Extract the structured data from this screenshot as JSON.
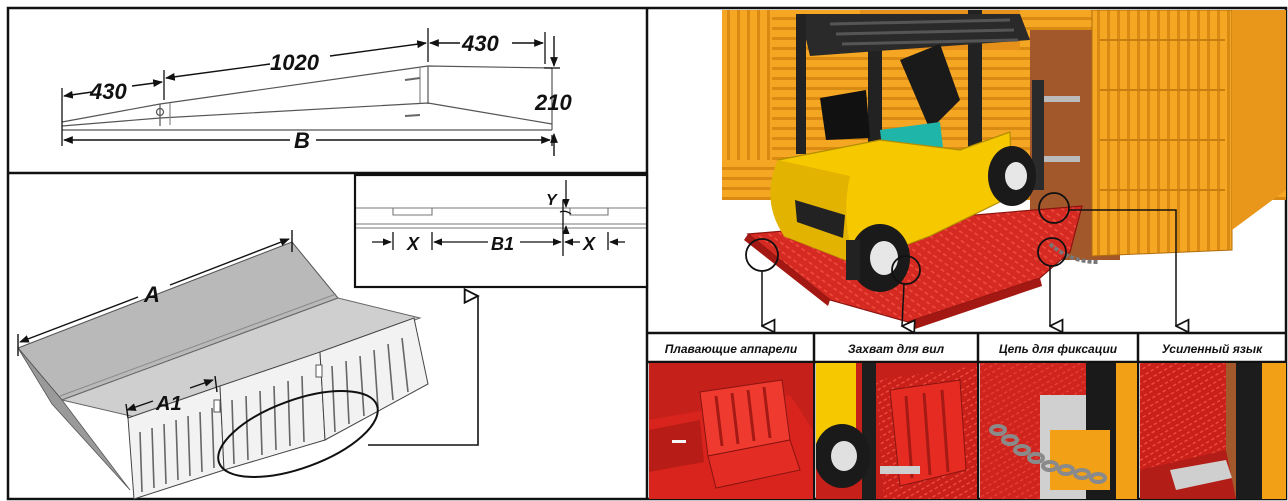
{
  "dimensions": {
    "side_left": "430",
    "side_middle": "1020",
    "side_right": "430",
    "side_height": "210",
    "side_total": "B",
    "iso_length": "A",
    "iso_segment": "A1",
    "detail_gap_left": "X",
    "detail_middle": "B1",
    "detail_gap_right": "X",
    "detail_offset": "Y"
  },
  "features": [
    {
      "label": "Плавающие аппарели"
    },
    {
      "label": "Захват для вил"
    },
    {
      "label": "Цепь для фиксации"
    },
    {
      "label": "Усиленный язык"
    }
  ],
  "colors": {
    "ramp_red": "#e3262a",
    "container_orange": "#f5a623",
    "forklift_yellow": "#f6c800",
    "seat_teal": "#1fb5a8",
    "frame": "#111111"
  }
}
